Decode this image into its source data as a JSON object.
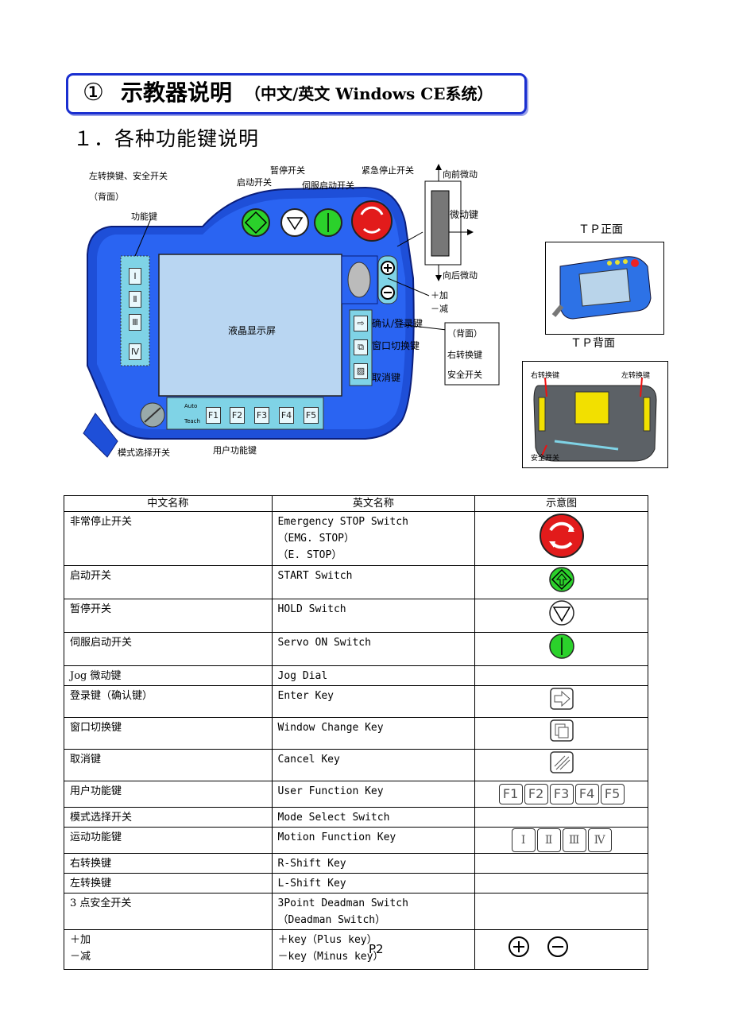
{
  "title": {
    "number": "①",
    "main": "示教器说明",
    "sub": "（中文/英文 Windows CE系统）"
  },
  "section_heading": "１．各种功能键说明",
  "diagram": {
    "labels": {
      "l_shift_safety": "左转换键、安全开关",
      "back_note": "（背面）",
      "function_keys": "功能键",
      "start_switch": "启动开关",
      "hold_switch": "暂停开关",
      "servo_on": "伺服启动开关",
      "emergency_stop": "紧急停止开关",
      "jog_forward": "向前微动",
      "jog_dial": "微动键",
      "jog_backward": "向后微动",
      "plus": "＋加",
      "minus": "－减",
      "confirm_key": "确认/登录键",
      "window_key": "窗口切换键",
      "cancel_key": "取消键",
      "back_box_title": "（背面）",
      "back_box_r_shift": "右转换键",
      "back_box_safety": "安全开关",
      "lcd": "液晶显示屏",
      "mode_select": "模式选择开关",
      "user_keys": "用户功能键",
      "mode_auto": "Auto",
      "mode_teach": "Teach"
    },
    "roman_keys": [
      "Ⅰ",
      "Ⅱ",
      "Ⅲ",
      "Ⅳ"
    ],
    "f_keys": [
      "F1",
      "F2",
      "F3",
      "F4",
      "F5"
    ],
    "tp_front_label": "ＴＰ正面",
    "tp_back_label": "ＴＰ背面",
    "tp_back_right_shift": "右转换键",
    "tp_back_left_shift": "左转换键",
    "tp_back_safety": "安全开关"
  },
  "table": {
    "headers": [
      "中文名称",
      "英文名称",
      "示意图"
    ],
    "rows": [
      {
        "zh": [
          "非常停止开关"
        ],
        "en": [
          "Emergency STOP Switch",
          "（EMG. STOP）",
          "（E. STOP）"
        ],
        "icon": "emergency-stop-icon"
      },
      {
        "zh": [
          "启动开关"
        ],
        "en": [
          "START Switch"
        ],
        "icon": "start-switch-icon"
      },
      {
        "zh": [
          "暂停开关"
        ],
        "en": [
          "HOLD Switch"
        ],
        "icon": "hold-switch-icon"
      },
      {
        "zh": [
          "伺服启动开关"
        ],
        "en": [
          "Servo ON Switch"
        ],
        "icon": "servo-on-icon"
      },
      {
        "zh": [
          "Jog 微动键"
        ],
        "en": [
          "Jog Dial"
        ],
        "icon": ""
      },
      {
        "zh": [
          "登录键（确认键）"
        ],
        "en": [
          "Enter Key"
        ],
        "icon": "enter-key-icon"
      },
      {
        "zh": [
          "窗口切换键"
        ],
        "en": [
          "Window Change Key"
        ],
        "icon": "window-change-icon"
      },
      {
        "zh": [
          "取消键"
        ],
        "en": [
          "Cancel Key"
        ],
        "icon": "cancel-key-icon"
      },
      {
        "zh": [
          "用户功能键"
        ],
        "en": [
          "User Function Key"
        ],
        "icon": "user-function-keys-icon"
      },
      {
        "zh": [
          "模式选择开关"
        ],
        "en": [
          "Mode Select Switch"
        ],
        "icon": ""
      },
      {
        "zh": [
          "运动功能键"
        ],
        "en": [
          "Motion Function Key"
        ],
        "icon": "motion-function-keys-icon"
      },
      {
        "zh": [
          "右转换键"
        ],
        "en": [
          "R-Shift Key"
        ],
        "icon": ""
      },
      {
        "zh": [
          "左转换键"
        ],
        "en": [
          "L-Shift Key"
        ],
        "icon": ""
      },
      {
        "zh": [
          "3 点安全开关"
        ],
        "en": [
          "3Point Deadman Switch",
          "（Deadman Switch）"
        ],
        "icon": ""
      },
      {
        "zh": [
          "＋加",
          "－减"
        ],
        "en": [
          "＋key（Plus key）",
          "－key（Minus key）"
        ],
        "icon": "plus-minus-icon"
      }
    ]
  },
  "page_number": "P2"
}
